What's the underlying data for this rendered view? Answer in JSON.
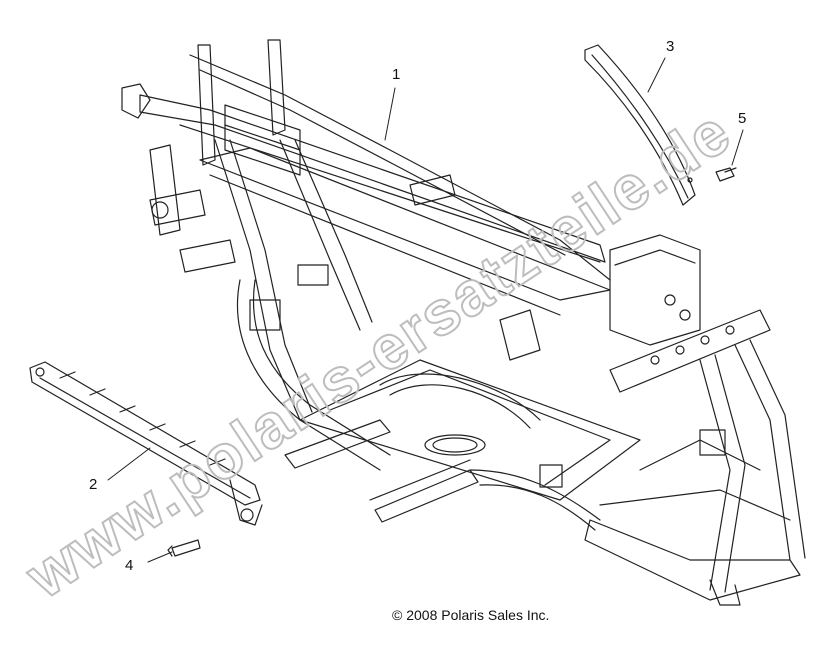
{
  "callouts": [
    {
      "id": "1",
      "label": "1"
    },
    {
      "id": "2",
      "label": "2"
    },
    {
      "id": "3",
      "label": "3"
    },
    {
      "id": "4",
      "label": "4"
    },
    {
      "id": "5",
      "label": "5"
    }
  ],
  "copyright": "© 2008 Polaris Sales Inc.",
  "watermark": "www.polaris-ersatzteile.de",
  "colors": {
    "line": "#222222",
    "watermark": "#bdbdbd"
  }
}
